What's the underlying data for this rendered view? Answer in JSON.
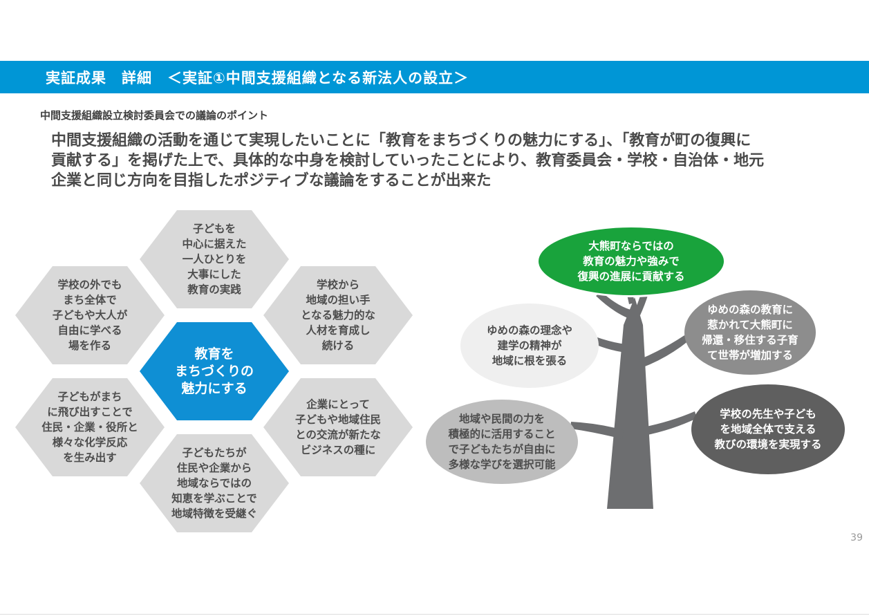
{
  "header": {
    "title": "実証成果　詳細　＜実証①中間支援組織となる新法人の設立＞"
  },
  "subheading": "中間支援組織設立検討委員会での議論のポイント",
  "summary_lines": [
    "中間支援組織の活動を通じて実現したいことに「教育をまちづくりの魅力にする」、「教育が町の復興に",
    "貢献する」を掲げた上で、具体的な中身を検討していったことにより、教育委員会・学校・自治体・地元",
    "企業と同じ方向を目指したポジティブな議論をすることが出来た"
  ],
  "hex_diagram": {
    "center": "教育を\nまちづくりの\n魅力にする",
    "top": "子どもを\n中心に据えた\n一人ひとりを\n大事にした\n教育の実践",
    "upper_left": "学校の外でも\nまち全体で\n子どもや大人が\n自由に学べる\n場を作る",
    "upper_right": "学校から\n地域の担い手\nとなる魅力的な\n人材を育成し\n続ける",
    "lower_left": "子どもがまち\nに飛び出すことで\n住民・企業・役所と\n様々な化学反応\nを生み出す",
    "lower_right": "企業にとって\n子どもや地域住民\nとの交流が新たな\nビジネスの種に",
    "bottom": "子どもたちが\n住民や企業から\n地域ならではの\n知恵を学ぶことで\n地域特徴を受継ぐ"
  },
  "tree_diagram": {
    "crown": "大熊町ならではの\n教育の魅力や強みで\n復興の進展に貢献する",
    "left_upper": "ゆめの森の理念や\n建学の精神が\n地域に根を張る",
    "left_lower": "地域や民間の力を\n積極的に活用すること\nで子どもたちが自由に\n多様な学びを選択可能",
    "right_upper": "ゆめの森の教育に\n惹かれて大熊町に\n帰還・移住する子育\nて世帯が増加する",
    "right_lower": "学校の先生や子ども\nを地域全体で支える\n教びの環境を実現する"
  },
  "page_number": "39",
  "colors": {
    "banner": "#0096d6",
    "hex_center": "#0f8fd4",
    "hex_other": "#d9d9d9",
    "crown": "#19a33c",
    "trunk": "#6d6e70"
  }
}
